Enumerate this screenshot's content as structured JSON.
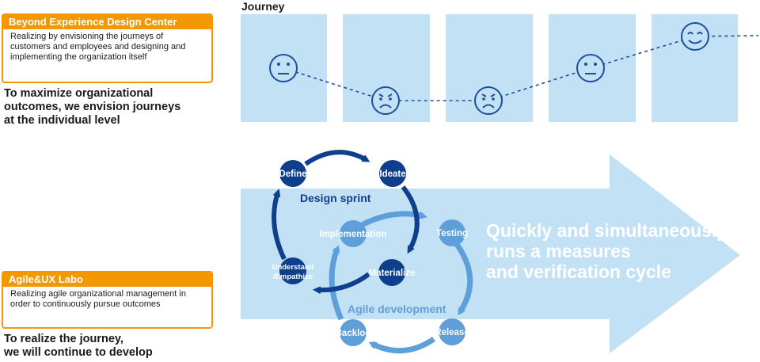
{
  "bx": {
    "title": "Beyond Experience Design Center",
    "description": "Realizing by envisioning the journeys of customers and employees and designing and implementing the organization itself",
    "lead": [
      "To maximize organizational",
      "outcomes, we envision journeys",
      "at the individual level"
    ]
  },
  "agile": {
    "title": "Agile&UX Labo",
    "description": "Realizing agile organizational management in order to continuously pursue outcomes",
    "lead": [
      "To realize the journey,",
      "we will continue to develop"
    ]
  },
  "journey": {
    "label": "Journey",
    "moods": [
      "neutral",
      "sad",
      "sad",
      "neutral",
      "happy"
    ]
  },
  "cycle": {
    "design_sprint_label": "Design sprint",
    "agile_development_label": "Agile development",
    "nodes": {
      "define": "Define",
      "ideate": "Ideate",
      "materialize": "Materialize",
      "understand": [
        "Understand",
        "/Empathize"
      ],
      "implementation": "Implementation",
      "testing": "Testing",
      "release": "Release",
      "backlog": "Backlog"
    }
  },
  "arrow_text": [
    "Quickly and simultaneously",
    "runs a measures",
    "and verification cycle"
  ],
  "colors": {
    "orange": "#f39800",
    "panel": "#c2e1f5",
    "dark_blue": "#0e3f8c",
    "mid_blue": "#3f85c9",
    "light_blue": "#5f9fd9"
  }
}
